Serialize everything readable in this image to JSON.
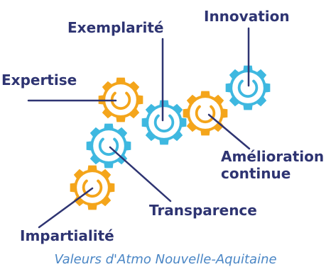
{
  "values": [
    {
      "id": "exemplarite",
      "label": "Exemplarité",
      "color": "#3eb8e0"
    },
    {
      "id": "innovation",
      "label": "Innovation",
      "color": "#3eb8e0"
    },
    {
      "id": "expertise",
      "label": "Expertise",
      "color": "#f4a51b"
    },
    {
      "id": "amelioration",
      "label_line1": "Amélioration",
      "label_line2": "continue",
      "color": "#f4a51b"
    },
    {
      "id": "transparence",
      "label": "Transparence",
      "color": "#3eb8e0"
    },
    {
      "id": "impartialite",
      "label": "Impartialité",
      "color": "#f4a51b"
    }
  ],
  "caption": "Valeurs d'Atmo Nouvelle-Aquitaine",
  "colors": {
    "text": "#2e3472",
    "blue": "#3eb8e0",
    "orange": "#f4a51b",
    "caption": "#4a86c5"
  },
  "icon": "gear-icon"
}
